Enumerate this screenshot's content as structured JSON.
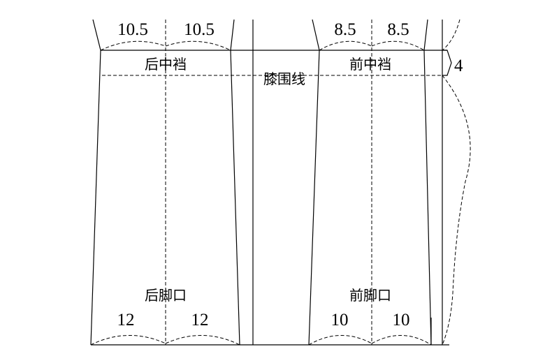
{
  "labels": {
    "back_crotch": "后中裆",
    "front_crotch": "前中裆",
    "knee_line": "膝围线",
    "back_hem": "后脚口",
    "front_hem": "前脚口"
  },
  "measurements": {
    "back_crotch_left": "10.5",
    "back_crotch_right": "10.5",
    "front_crotch_left": "8.5",
    "front_crotch_right": "8.5",
    "side_offset": "4",
    "back_hem_left": "12",
    "back_hem_right": "12",
    "front_hem_left": "10",
    "front_hem_right": "10"
  }
}
